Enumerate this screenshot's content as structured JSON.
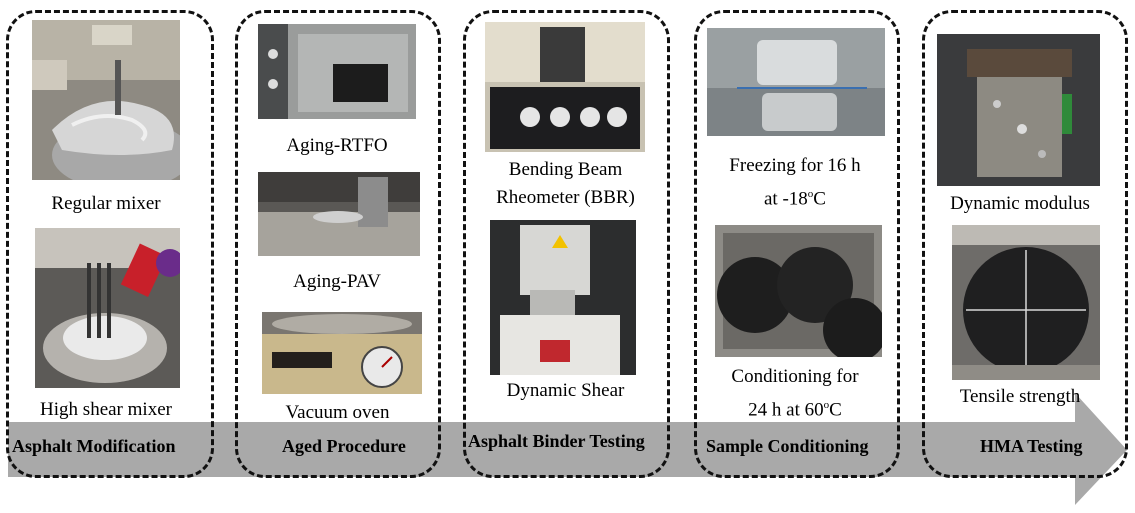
{
  "stages": [
    {
      "label": "Asphalt Modification",
      "photos": [
        {
          "caption": "Regular mixer",
          "icon": "mixer-photo"
        },
        {
          "caption": "High shear mixer",
          "icon": "high-shear-mixer-photo"
        }
      ]
    },
    {
      "label": "Aged Procedure",
      "photos": [
        {
          "caption": "Aging-RTFO",
          "icon": "rtfo-oven-photo"
        },
        {
          "caption": "Aging-PAV",
          "icon": "pav-vessel-photo"
        },
        {
          "caption": "Vacuum oven",
          "icon": "vacuum-oven-photo"
        }
      ]
    },
    {
      "label": "Asphalt Binder Testing",
      "photos": [
        {
          "caption_line1": "Bending Beam",
          "caption_line2": "Rheometer (BBR)",
          "icon": "bbr-photo"
        },
        {
          "caption": "Dynamic Shear",
          "icon": "dsr-photo"
        }
      ]
    },
    {
      "label": "Sample Conditioning",
      "photos": [
        {
          "caption_line1": "Freezing for 16 h",
          "caption_line2_pre": "at -18",
          "caption_line2_sup": "o",
          "caption_line2_post": "C",
          "icon": "freezer-bag-photo"
        },
        {
          "caption_line1": "Conditioning for",
          "caption_line2_pre": "24 h at 60",
          "caption_line2_sup": "o",
          "caption_line2_post": "C",
          "icon": "water-bath-photo"
        }
      ]
    },
    {
      "label": "HMA Testing",
      "photos": [
        {
          "caption": "Dynamic modulus",
          "icon": "dynamic-modulus-photo"
        },
        {
          "caption": "Tensile strength",
          "icon": "tensile-strength-photo"
        }
      ]
    }
  ],
  "colors": {
    "arrow": "#a9a9a9",
    "border": "#111111"
  }
}
